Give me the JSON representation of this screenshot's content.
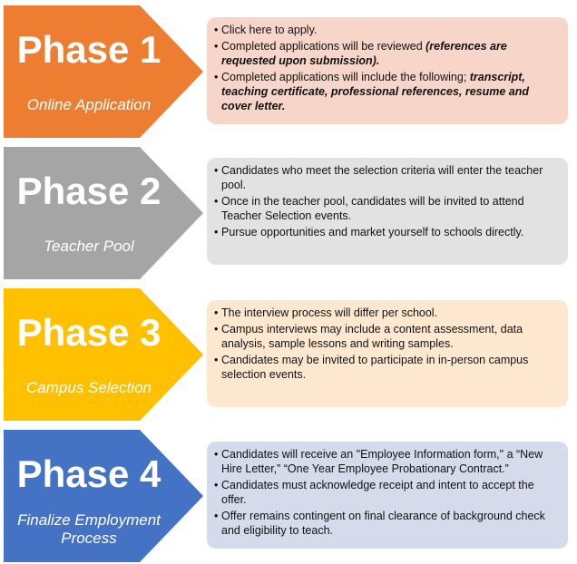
{
  "phases": [
    {
      "title": "Phase 1",
      "subtitle": [
        "Online Application"
      ],
      "color": "#ED7D31",
      "box_color": "#F8D5C9",
      "bullets": [
        [
          {
            "t": "Click here to apply."
          }
        ],
        [
          {
            "t": "Completed applications will be reviewed "
          },
          {
            "t": "(references are requested upon submission).",
            "em": true
          }
        ],
        [
          {
            "t": "Completed applications will include the following; "
          },
          {
            "t": "transcript, teaching certificate, professional references, resume and cover letter.",
            "em": true
          }
        ]
      ]
    },
    {
      "title": "Phase 2",
      "subtitle": [
        "Teacher Pool"
      ],
      "color": "#A5A5A5",
      "box_color": "#E2E2E2",
      "bullets": [
        [
          {
            "t": "Candidates who meet the selection criteria will enter the teacher pool."
          }
        ],
        [
          {
            "t": "Once in the teacher pool, candidates will be invited to attend Teacher Selection events."
          }
        ],
        [
          {
            "t": "Pursue opportunities and market yourself to schools directly."
          }
        ]
      ]
    },
    {
      "title": "Phase 3",
      "subtitle": [
        "Campus Selection"
      ],
      "color": "#FFC000",
      "box_color": "#FDE8CF",
      "bullets": [
        [
          {
            "t": "The interview process will differ per school."
          }
        ],
        [
          {
            "t": "Campus interviews may include a content assessment, data analysis, sample lessons and writing samples."
          }
        ],
        [
          {
            "t": "Candidates may be invited to participate in in-person campus selection events."
          }
        ]
      ]
    },
    {
      "title": "Phase 4",
      "subtitle": [
        "Finalize Employment",
        "Process"
      ],
      "color": "#4472C4",
      "box_color": "#D6DBEC",
      "bullets": [
        [
          {
            "t": "Candidates will receive an \"Employee Information form,\" a “New Hire Letter,” “One Year Employee Probationary Contract.”"
          }
        ],
        [
          {
            "t": "Candidates must acknowledge receipt and intent to accept the offer."
          }
        ],
        [
          {
            "t": "Offer remains contingent on final clearance of background check and eligibility to teach."
          }
        ]
      ]
    }
  ],
  "bullet_glyph": "•"
}
